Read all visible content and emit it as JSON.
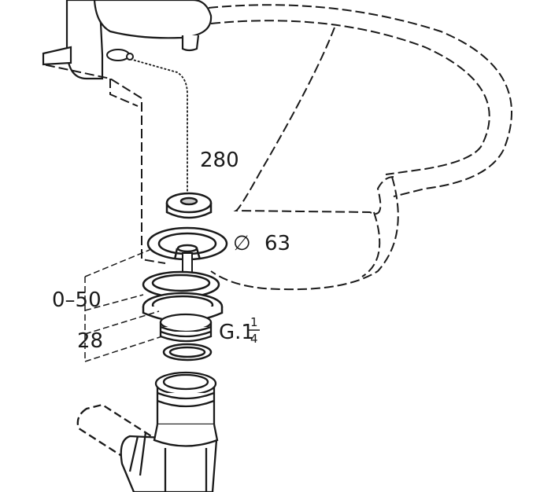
{
  "labels": {
    "chain_length": "280",
    "diameter_symbol": "∅",
    "diameter_value": "63",
    "thickness_range": "0–50",
    "height": "28",
    "thread_prefix": "G.1",
    "thread_num": "1",
    "thread_den": "4"
  },
  "colors": {
    "stroke": "#1a1a1a",
    "background": "#ffffff"
  }
}
